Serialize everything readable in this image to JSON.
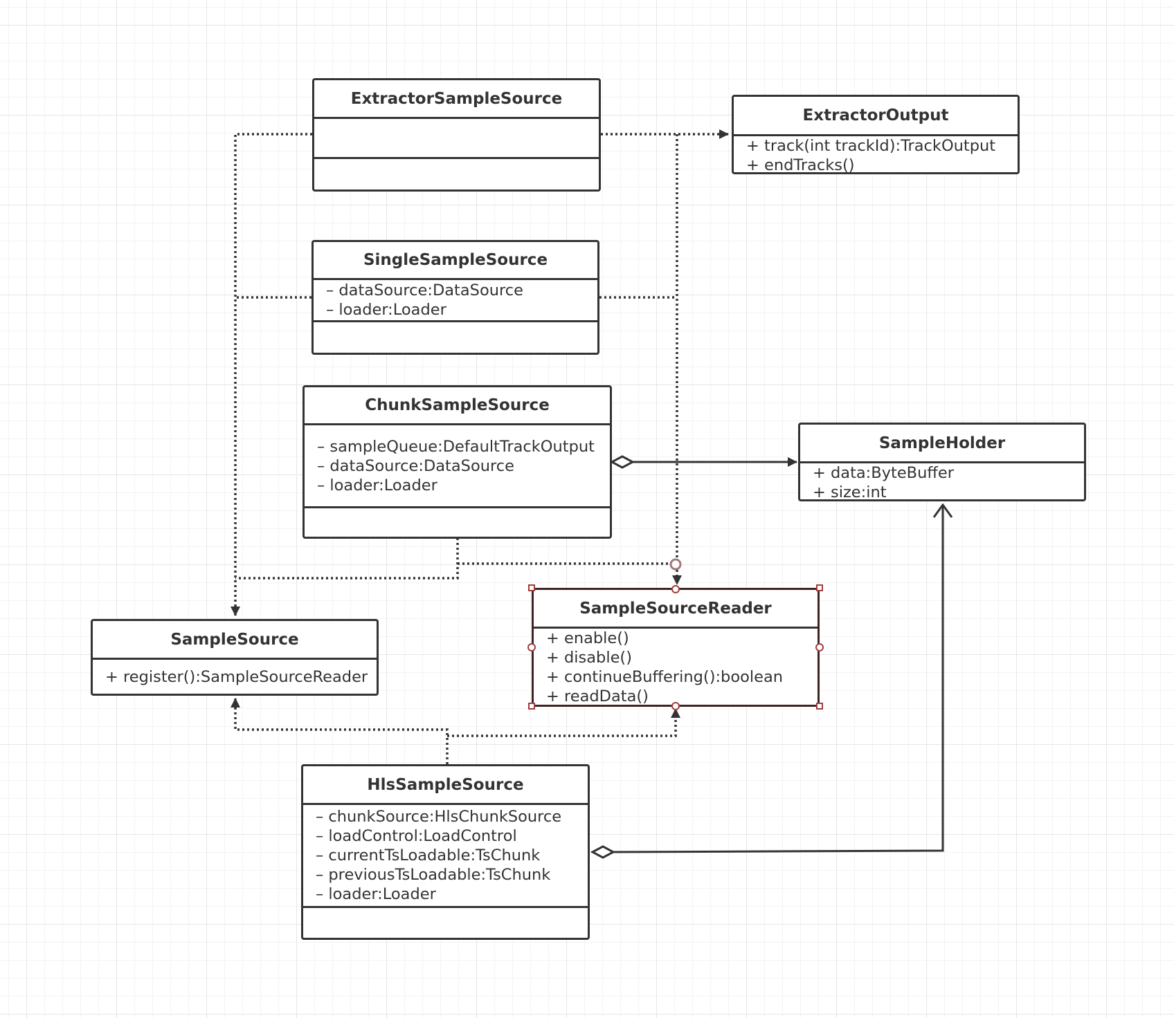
{
  "classes": {
    "extractor_sample_source": {
      "name": "ExtractorSampleSource",
      "attributes": [],
      "operations": []
    },
    "extractor_output": {
      "name": "ExtractorOutput",
      "attributes": [],
      "operations": [
        "+ track(int trackId):TrackOutput",
        "+ endTracks()"
      ]
    },
    "single_sample_source": {
      "name": "SingleSampleSource",
      "attributes": [
        "– dataSource:DataSource",
        "– loader:Loader"
      ],
      "operations": []
    },
    "chunk_sample_source": {
      "name": "ChunkSampleSource",
      "attributes": [
        "– sampleQueue:DefaultTrackOutput",
        "– dataSource:DataSource",
        "– loader:Loader"
      ],
      "operations": []
    },
    "sample_holder": {
      "name": "SampleHolder",
      "attributes": [],
      "operations": [
        "+ data:ByteBuffer",
        "+ size:int"
      ]
    },
    "sample_source_reader": {
      "name": "SampleSourceReader",
      "attributes": [],
      "operations": [
        "+ enable()",
        "+ disable()",
        "+ continueBuffering():boolean",
        "+ readData()"
      ]
    },
    "sample_source": {
      "name": "SampleSource",
      "attributes": [],
      "operations": [
        "+ register():SampleSourceReader"
      ]
    },
    "hls_sample_source": {
      "name": "HlsSampleSource",
      "attributes": [
        "– chunkSource:HlsChunkSource",
        "– loadControl:LoadControl",
        "– currentTsLoadable:TsChunk",
        "– previousTsLoadable:TsChunk",
        "– loader:Loader"
      ],
      "operations": []
    }
  },
  "relations": [
    {
      "from": "ExtractorSampleSource",
      "to": "ExtractorOutput",
      "kind": "dependency"
    },
    {
      "from": "ExtractorSampleSource",
      "to": "SampleSource",
      "kind": "dependency"
    },
    {
      "from": "ExtractorSampleSource",
      "to": "SampleSourceReader",
      "kind": "dependency"
    },
    {
      "from": "SingleSampleSource",
      "to": "SampleSource",
      "kind": "dependency"
    },
    {
      "from": "SingleSampleSource",
      "to": "SampleSourceReader",
      "kind": "dependency"
    },
    {
      "from": "ChunkSampleSource",
      "to": "SampleSource",
      "kind": "dependency"
    },
    {
      "from": "ChunkSampleSource",
      "to": "SampleSourceReader",
      "kind": "dependency"
    },
    {
      "from": "ChunkSampleSource",
      "to": "SampleHolder",
      "kind": "aggregation"
    },
    {
      "from": "HlsSampleSource",
      "to": "SampleSource",
      "kind": "dependency"
    },
    {
      "from": "HlsSampleSource",
      "to": "SampleSourceReader",
      "kind": "dependency"
    },
    {
      "from": "HlsSampleSource",
      "to": "SampleHolder",
      "kind": "aggregation"
    }
  ],
  "selection": {
    "selected_class": "SampleSourceReader",
    "handle_color": "#a23b3b"
  },
  "colors": {
    "stroke": "#333333",
    "grid": "#e6e6e6",
    "background": "#ffffff"
  }
}
